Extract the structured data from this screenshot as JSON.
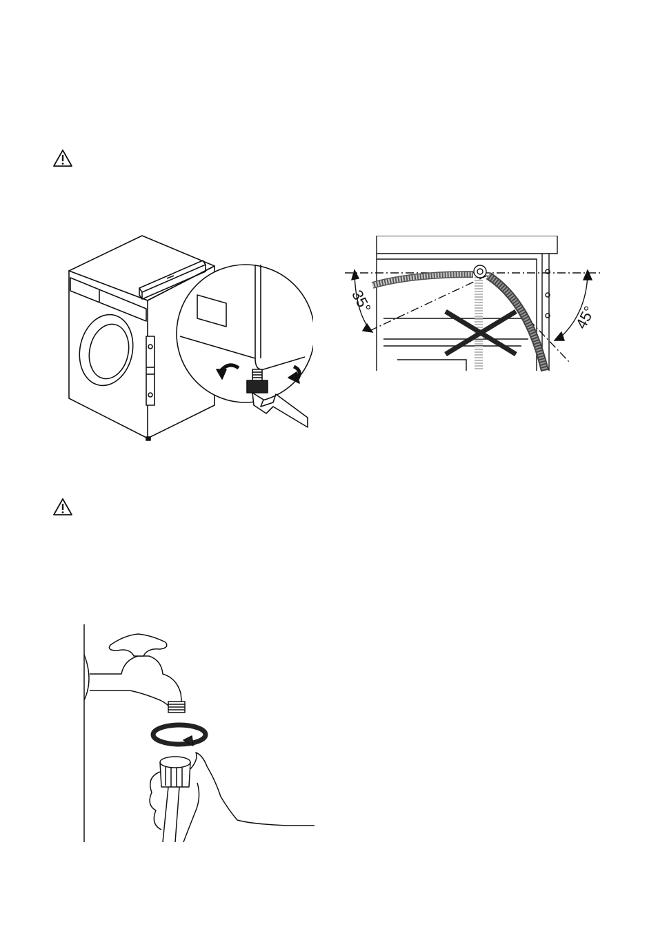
{
  "warnings": [
    {
      "icon": "warning-triangle-icon"
    },
    {
      "icon": "warning-triangle-icon"
    }
  ],
  "figures": {
    "leveling": {
      "icon": "washing-machine-leveling-illustration"
    },
    "hose_angles": {
      "icon": "inlet-hose-angle-illustration",
      "left_angle": "35°",
      "right_angle": "45°"
    },
    "tap": {
      "icon": "water-tap-connection-illustration"
    }
  }
}
